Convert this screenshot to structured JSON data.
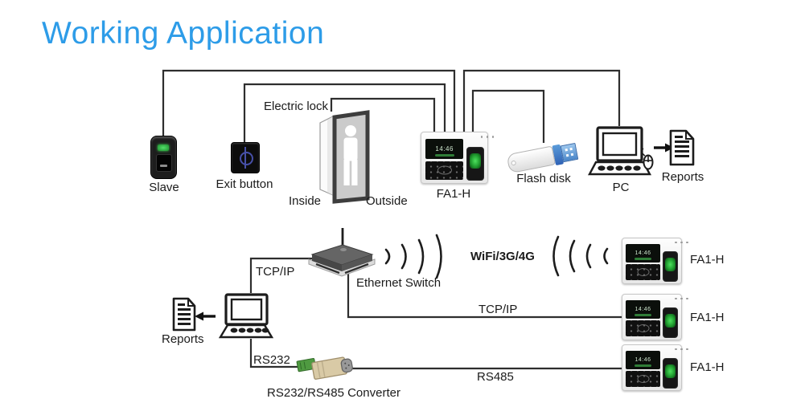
{
  "title": "Working Application",
  "colors": {
    "title_blue": "#2d9ce8",
    "wire_dark": "#2e2e2e",
    "fingerprint_green": "#3fc152",
    "usb_blue": "#3a6fc4"
  },
  "icons": {
    "door": "open-door-with-person-icon",
    "reports": "document-icon",
    "pc": "desktop-computer-icon",
    "mouse": "mouse-icon",
    "wireless": "signal-arcs-icon",
    "switch": "router-icon",
    "converter": "serial-adapter-icon",
    "flash": "usb-drive-icon"
  },
  "top": {
    "slave": {
      "label": "Slave"
    },
    "exit_button": {
      "label": "Exit button"
    },
    "door": {
      "electric_lock_label": "Electric lock",
      "inside_label": "Inside",
      "outside_label": "Outside"
    },
    "terminal": {
      "label": "FA1-H",
      "screen_time": "14:46"
    },
    "flash_disk": {
      "label": "Flash disk"
    },
    "pc": {
      "label": "PC"
    },
    "reports": {
      "label": "Reports"
    }
  },
  "bottom": {
    "tcpip_to_switch_label": "TCP/IP",
    "ethernet_switch": {
      "label": "Ethernet Switch"
    },
    "wifi_label": "WiFi/3G/4G",
    "tcpip_lan_label": "TCP/IP",
    "rs232_label": "RS232",
    "converter": {
      "label": "RS232/RS485 Converter"
    },
    "rs485_label": "RS485",
    "reports": {
      "label": "Reports"
    },
    "pc": {},
    "devices": [
      {
        "label": "FA1-H",
        "screen_time": "14:46"
      },
      {
        "label": "FA1-H",
        "screen_time": "14:46"
      },
      {
        "label": "FA1-H",
        "screen_time": "14:46"
      }
    ]
  }
}
